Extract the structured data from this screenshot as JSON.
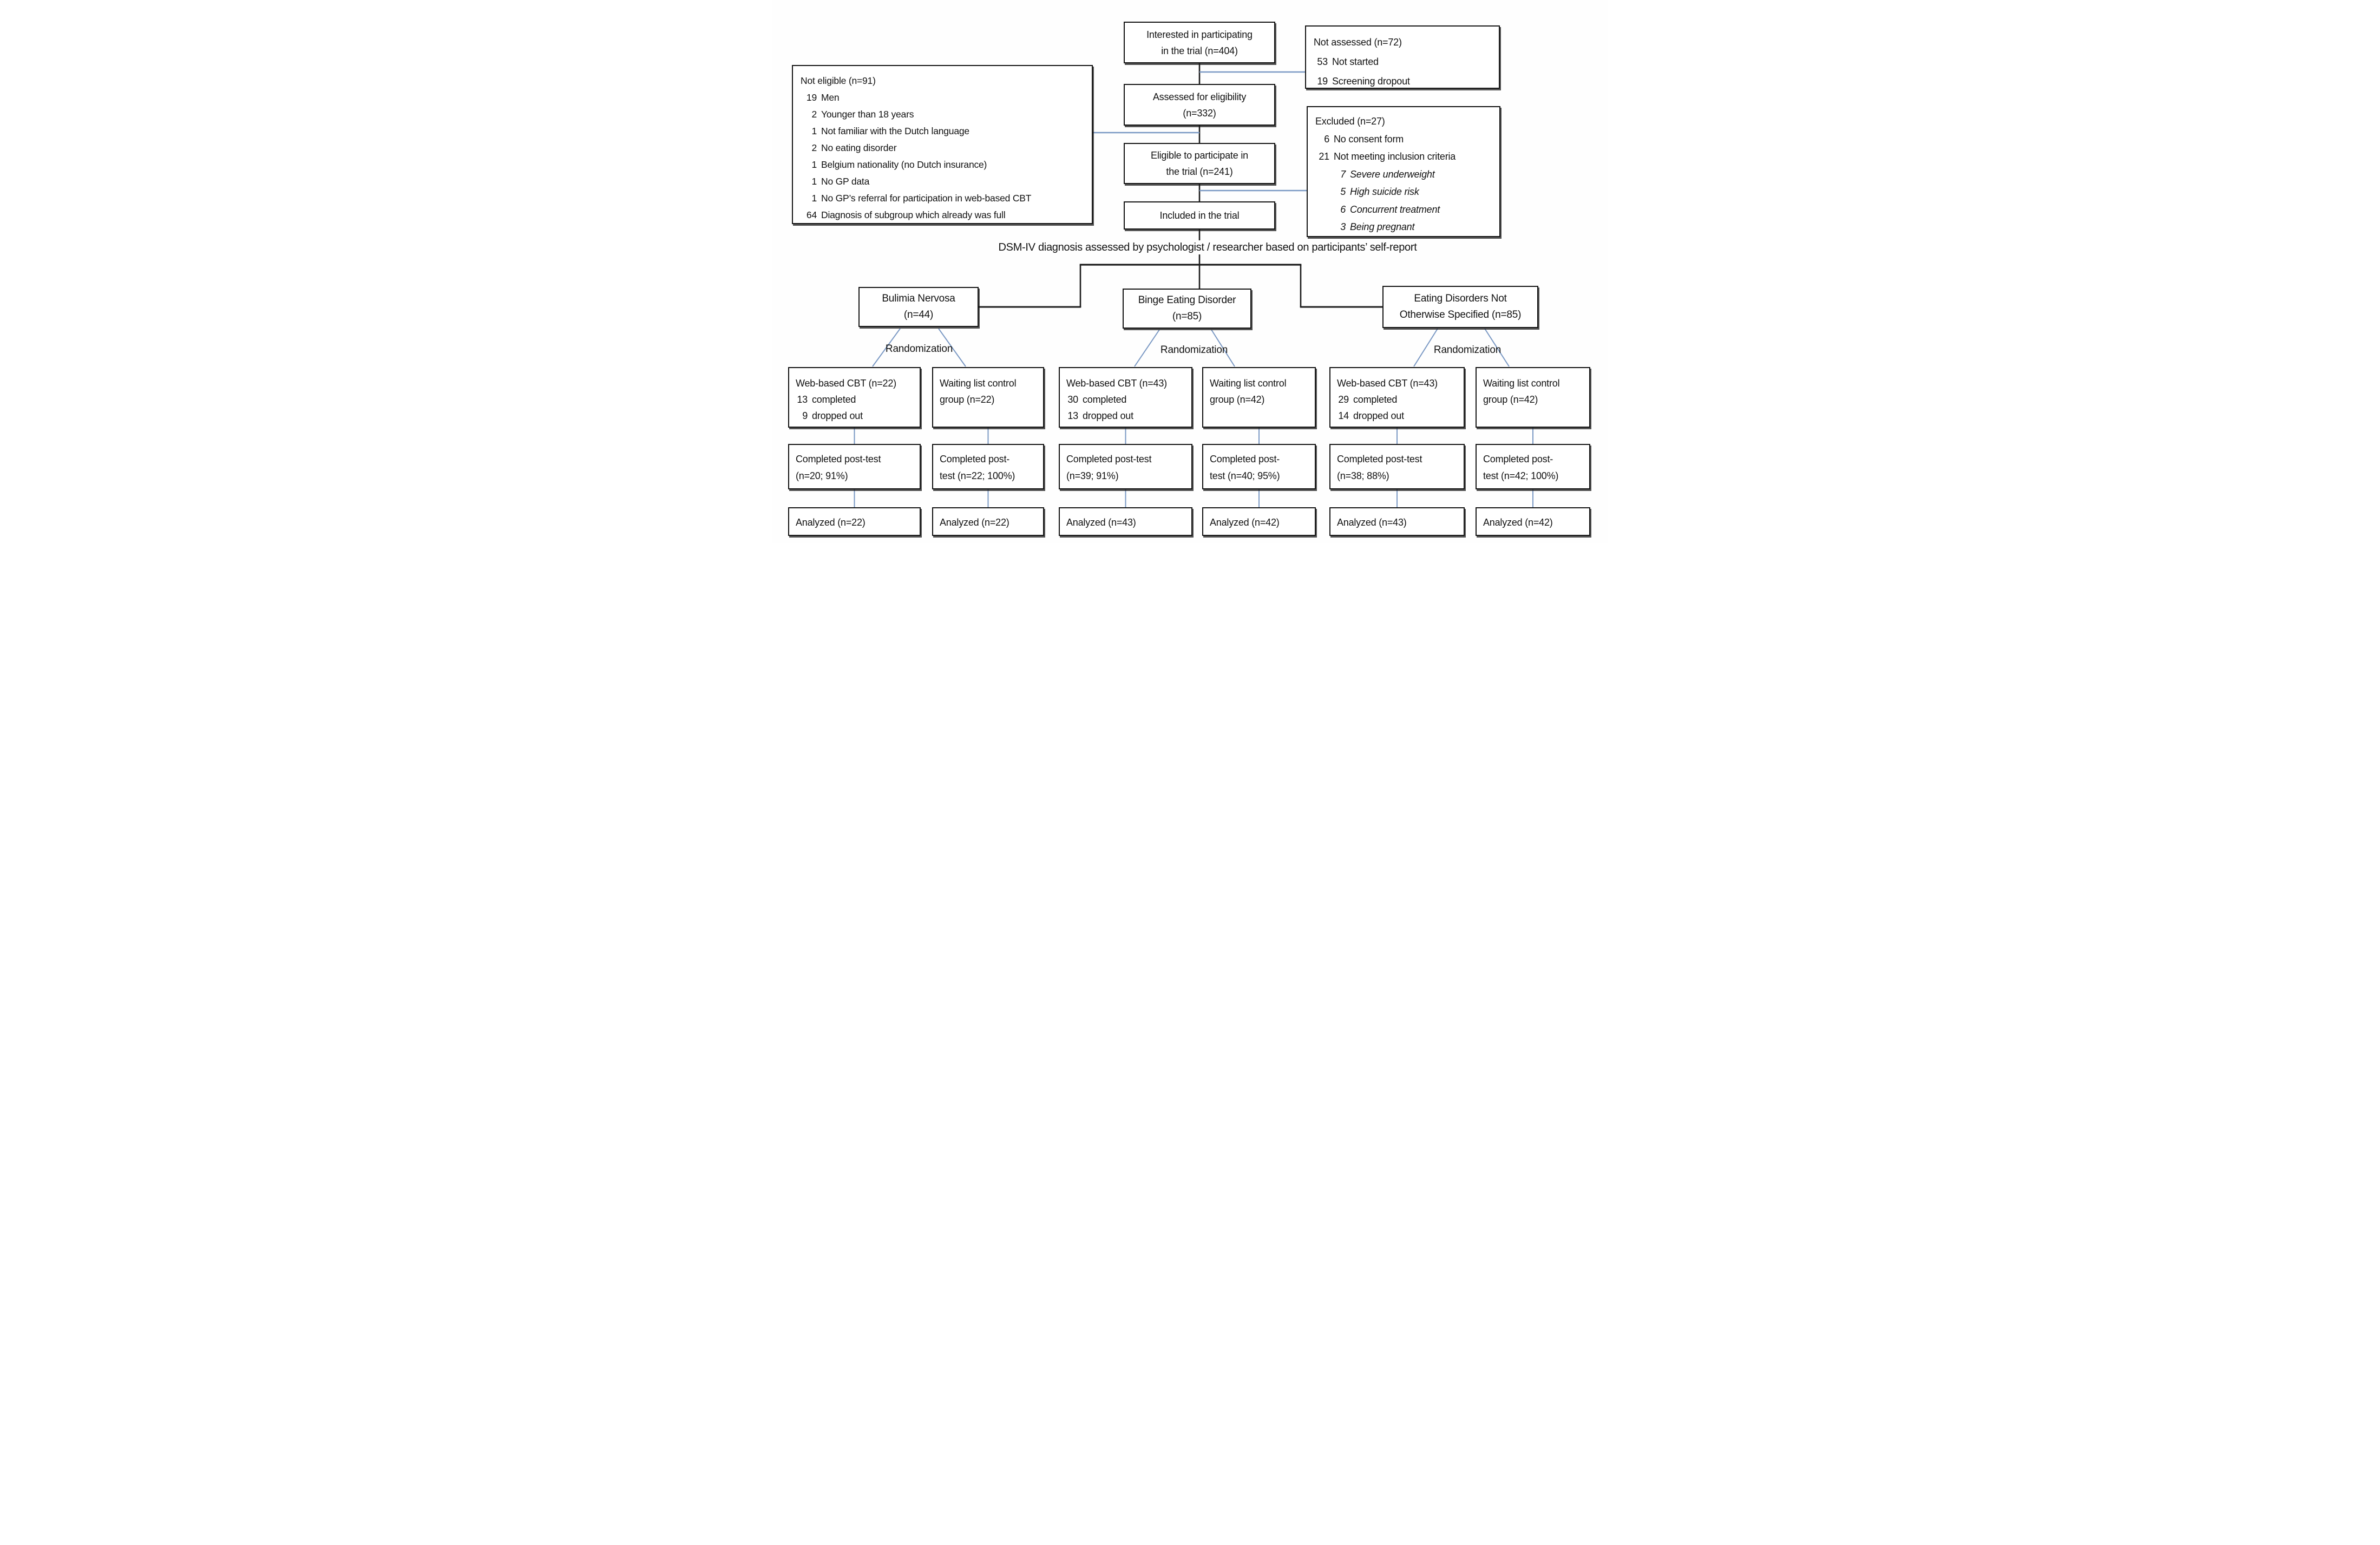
{
  "colors": {
    "line_black": "#1c1c1c",
    "line_blue": "#7b99c4",
    "box_border": "#151515",
    "background": "#fefefe",
    "text": "#111111"
  },
  "note": {
    "dsm": "DSM-IV diagnosis assessed by psychologist / researcher based on participants’ self-report"
  },
  "boxes": {
    "interested": {
      "lines": [
        "Interested in participating",
        "in the trial (n=404)"
      ]
    },
    "not_assessed": {
      "title": "Not assessed (n=72)",
      "items": [
        {
          "num": "53",
          "label": "Not started"
        },
        {
          "num": "19",
          "label": "Screening dropout"
        }
      ]
    },
    "not_eligible": {
      "title": "Not eligible (n=91)",
      "items": [
        {
          "num": "19",
          "label": "Men"
        },
        {
          "num": "2",
          "label": "Younger than 18 years"
        },
        {
          "num": "1",
          "label": "Not familiar with the Dutch language"
        },
        {
          "num": "2",
          "label": "No eating disorder"
        },
        {
          "num": "1",
          "label": "Belgium nationality (no Dutch insurance)"
        },
        {
          "num": "1",
          "label": "No GP data"
        },
        {
          "num": "1",
          "label": "No GP’s referral for participation in web-based CBT"
        },
        {
          "num": "64",
          "label": "Diagnosis of subgroup which already was full"
        }
      ]
    },
    "assessed": {
      "lines": [
        "Assessed for eligibility",
        "(n=332)"
      ]
    },
    "excluded": {
      "title": "Excluded (n=27)",
      "items": [
        {
          "num": "6",
          "label": "No consent form"
        },
        {
          "num": "21",
          "label": "Not meeting inclusion criteria"
        }
      ],
      "sub_items": [
        {
          "num": "7",
          "label": "Severe underweight"
        },
        {
          "num": "5",
          "label": "High suicide risk"
        },
        {
          "num": "6",
          "label": "Concurrent treatment"
        },
        {
          "num": "3",
          "label": "Being pregnant"
        }
      ]
    },
    "eligible": {
      "lines": [
        "Eligible to participate in",
        "the trial (n=241)"
      ]
    },
    "included": {
      "lines": [
        "Included in the trial"
      ]
    },
    "bulimia": {
      "lines": [
        "Bulimia Nervosa",
        "(n=44)"
      ]
    },
    "binge": {
      "lines": [
        "Binge Eating Disorder",
        "(n=85)"
      ]
    },
    "ednos": {
      "lines": [
        "Eating Disorders Not",
        "Otherwise Specified (n=85)"
      ]
    }
  },
  "randomization_labels": [
    "Randomization",
    "Randomization",
    "Randomization"
  ],
  "columns": [
    {
      "group_title": "Web-based CBT (n=22)",
      "group_items": [
        {
          "num": "13",
          "label": "completed"
        },
        {
          "num": "9",
          "label": "dropped out"
        }
      ],
      "posttest_lines": [
        "Completed post-test",
        "(n=20; 91%)"
      ],
      "analyzed": "Analyzed (n=22)"
    },
    {
      "group_lines": [
        "Waiting list control",
        "group (n=22)"
      ],
      "posttest_lines": [
        "Completed post-",
        "test (n=22; 100%)"
      ],
      "analyzed": "Analyzed (n=22)"
    },
    {
      "group_title": "Web-based CBT (n=43)",
      "group_items": [
        {
          "num": "30",
          "label": "completed"
        },
        {
          "num": "13",
          "label": "dropped out"
        }
      ],
      "posttest_lines": [
        "Completed post-test",
        "(n=39; 91%)"
      ],
      "analyzed": "Analyzed (n=43)"
    },
    {
      "group_lines": [
        "Waiting list control",
        "group (n=42)"
      ],
      "posttest_lines": [
        "Completed post-",
        "test (n=40; 95%)"
      ],
      "analyzed": "Analyzed (n=42)"
    },
    {
      "group_title": "Web-based CBT (n=43)",
      "group_items": [
        {
          "num": "29",
          "label": "completed"
        },
        {
          "num": "14",
          "label": "dropped out"
        }
      ],
      "posttest_lines": [
        "Completed post-test",
        "(n=38; 88%)"
      ],
      "analyzed": "Analyzed (n=43)"
    },
    {
      "group_lines": [
        "Waiting list control",
        "group (n=42)"
      ],
      "posttest_lines": [
        "Completed post-",
        "test (n=42; 100%)"
      ],
      "analyzed": "Analyzed (n=42)"
    }
  ]
}
